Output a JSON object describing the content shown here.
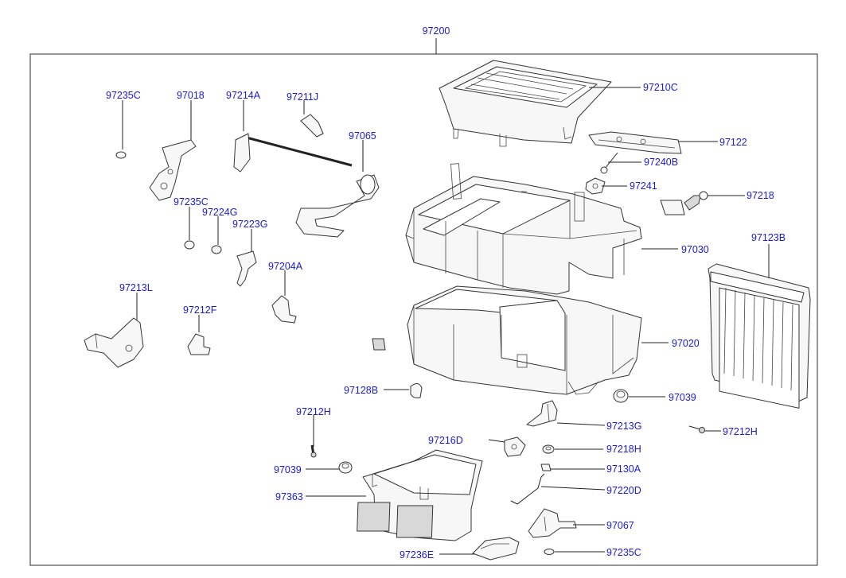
{
  "diagram": {
    "assembly_number": "97200",
    "parts": {
      "p97210C": "97210C",
      "p97122": "97122",
      "p97240B": "97240B",
      "p97241": "97241",
      "p97218": "97218",
      "p97030": "97030",
      "p97123B": "97123B",
      "p97020": "97020",
      "p97039_right": "97039",
      "p97213G": "97213G",
      "p97212H_right": "97212H",
      "p97218H": "97218H",
      "p97130A": "97130A",
      "p97220D": "97220D",
      "p97067": "97067",
      "p97235C_bottom": "97235C",
      "p97236E": "97236E",
      "p97216D": "97216D",
      "p97363": "97363",
      "p97039_left": "97039",
      "p97212H_left": "97212H",
      "p97128B": "97128B",
      "p97235C_top": "97235C",
      "p97018": "97018",
      "p97214A": "97214A",
      "p97211J": "97211J",
      "p97065": "97065",
      "p97235C_mid": "97235C",
      "p97224G": "97224G",
      "p97223G": "97223G",
      "p97204A": "97204A",
      "p97213L": "97213L",
      "p97212F": "97212F"
    }
  }
}
